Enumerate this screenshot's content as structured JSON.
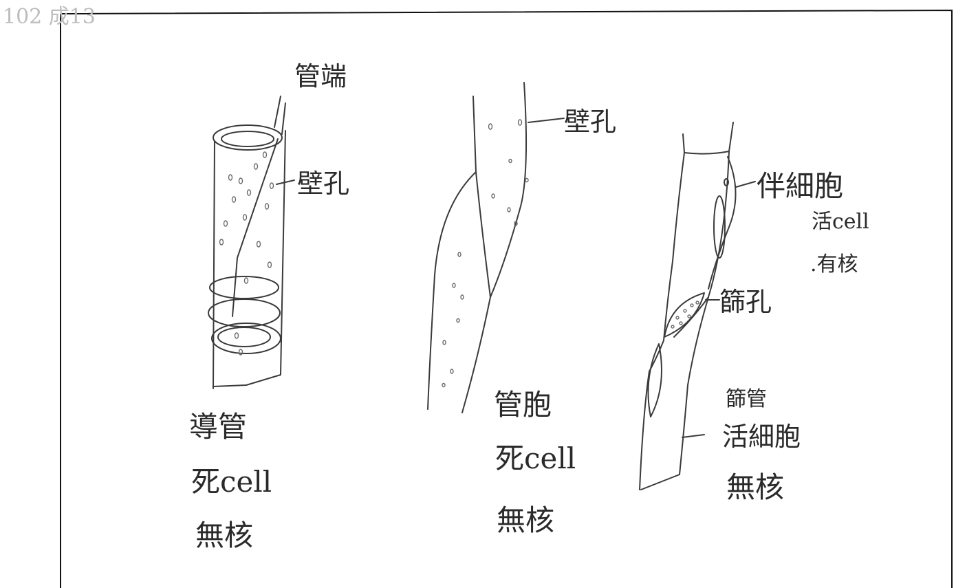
{
  "corner_note": "102 成13",
  "vessel": {
    "end_label": "管端",
    "pit_label": "壁孔",
    "name": "導管",
    "cell_state": "死cell",
    "nucleus": "無核"
  },
  "tracheid": {
    "pit_label": "壁孔",
    "name": "管胞",
    "cell_state": "死cell",
    "nucleus": "無核"
  },
  "sieve": {
    "companion_label": "伴細胞",
    "companion_state": "活cell",
    "companion_nucleus": ".有核",
    "plate_label": "篩孔",
    "name": "篩管",
    "cell_state": "活細胞",
    "nucleus": "無核"
  },
  "ink_color": "#2a2a2a"
}
